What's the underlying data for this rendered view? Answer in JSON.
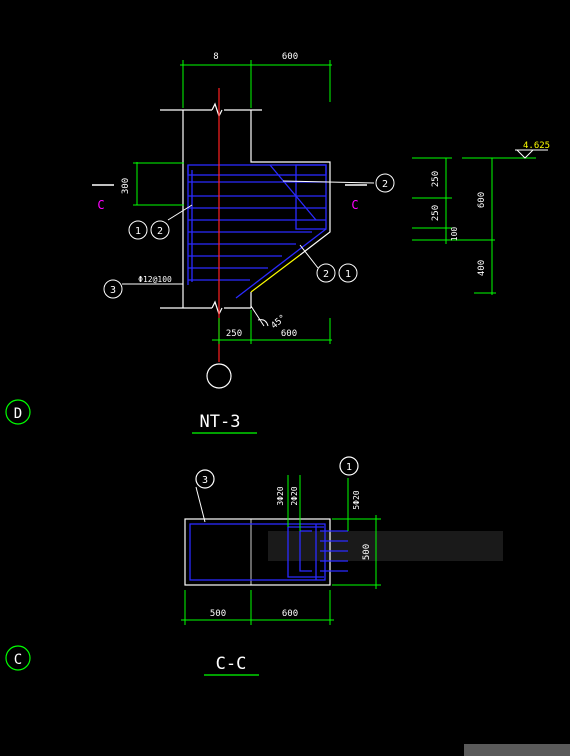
{
  "colors": {
    "background": "#000000",
    "dimension": "#00ff00",
    "outline": "#ffffff",
    "rebar": "#2a2aff",
    "slope": "#ffff00",
    "axis": "#ff2020",
    "section_mark": "#ff00ff",
    "text": "#ffffff"
  },
  "plan": {
    "dims_top": [
      "8",
      "600"
    ],
    "dims_bottom": [
      "250",
      "600"
    ],
    "dim_left": "300",
    "section_label_left": "C",
    "section_label_right": "C",
    "rebar_label": "Φ12@100",
    "angle": "45°",
    "bubbles": {
      "left_a": "1",
      "left_b": "2",
      "right_top": "2",
      "slope_a": "2",
      "slope_b": "1",
      "bottom_left": "3"
    },
    "title": "NT-3"
  },
  "elevation_dims": {
    "level": "4.625",
    "upper": [
      "250",
      "250",
      "100"
    ],
    "total": "600",
    "lower": "400"
  },
  "grid_bubbles": {
    "d": "D",
    "c": "C"
  },
  "section": {
    "bubble_left": "3",
    "bubble_right": "1",
    "label_3": "3Φ20",
    "label_2": "2Φ20",
    "label_5": "5Φ20",
    "dim_right": "500",
    "dims_bottom": [
      "500",
      "600"
    ],
    "watermark": "",
    "title": "C-C"
  }
}
